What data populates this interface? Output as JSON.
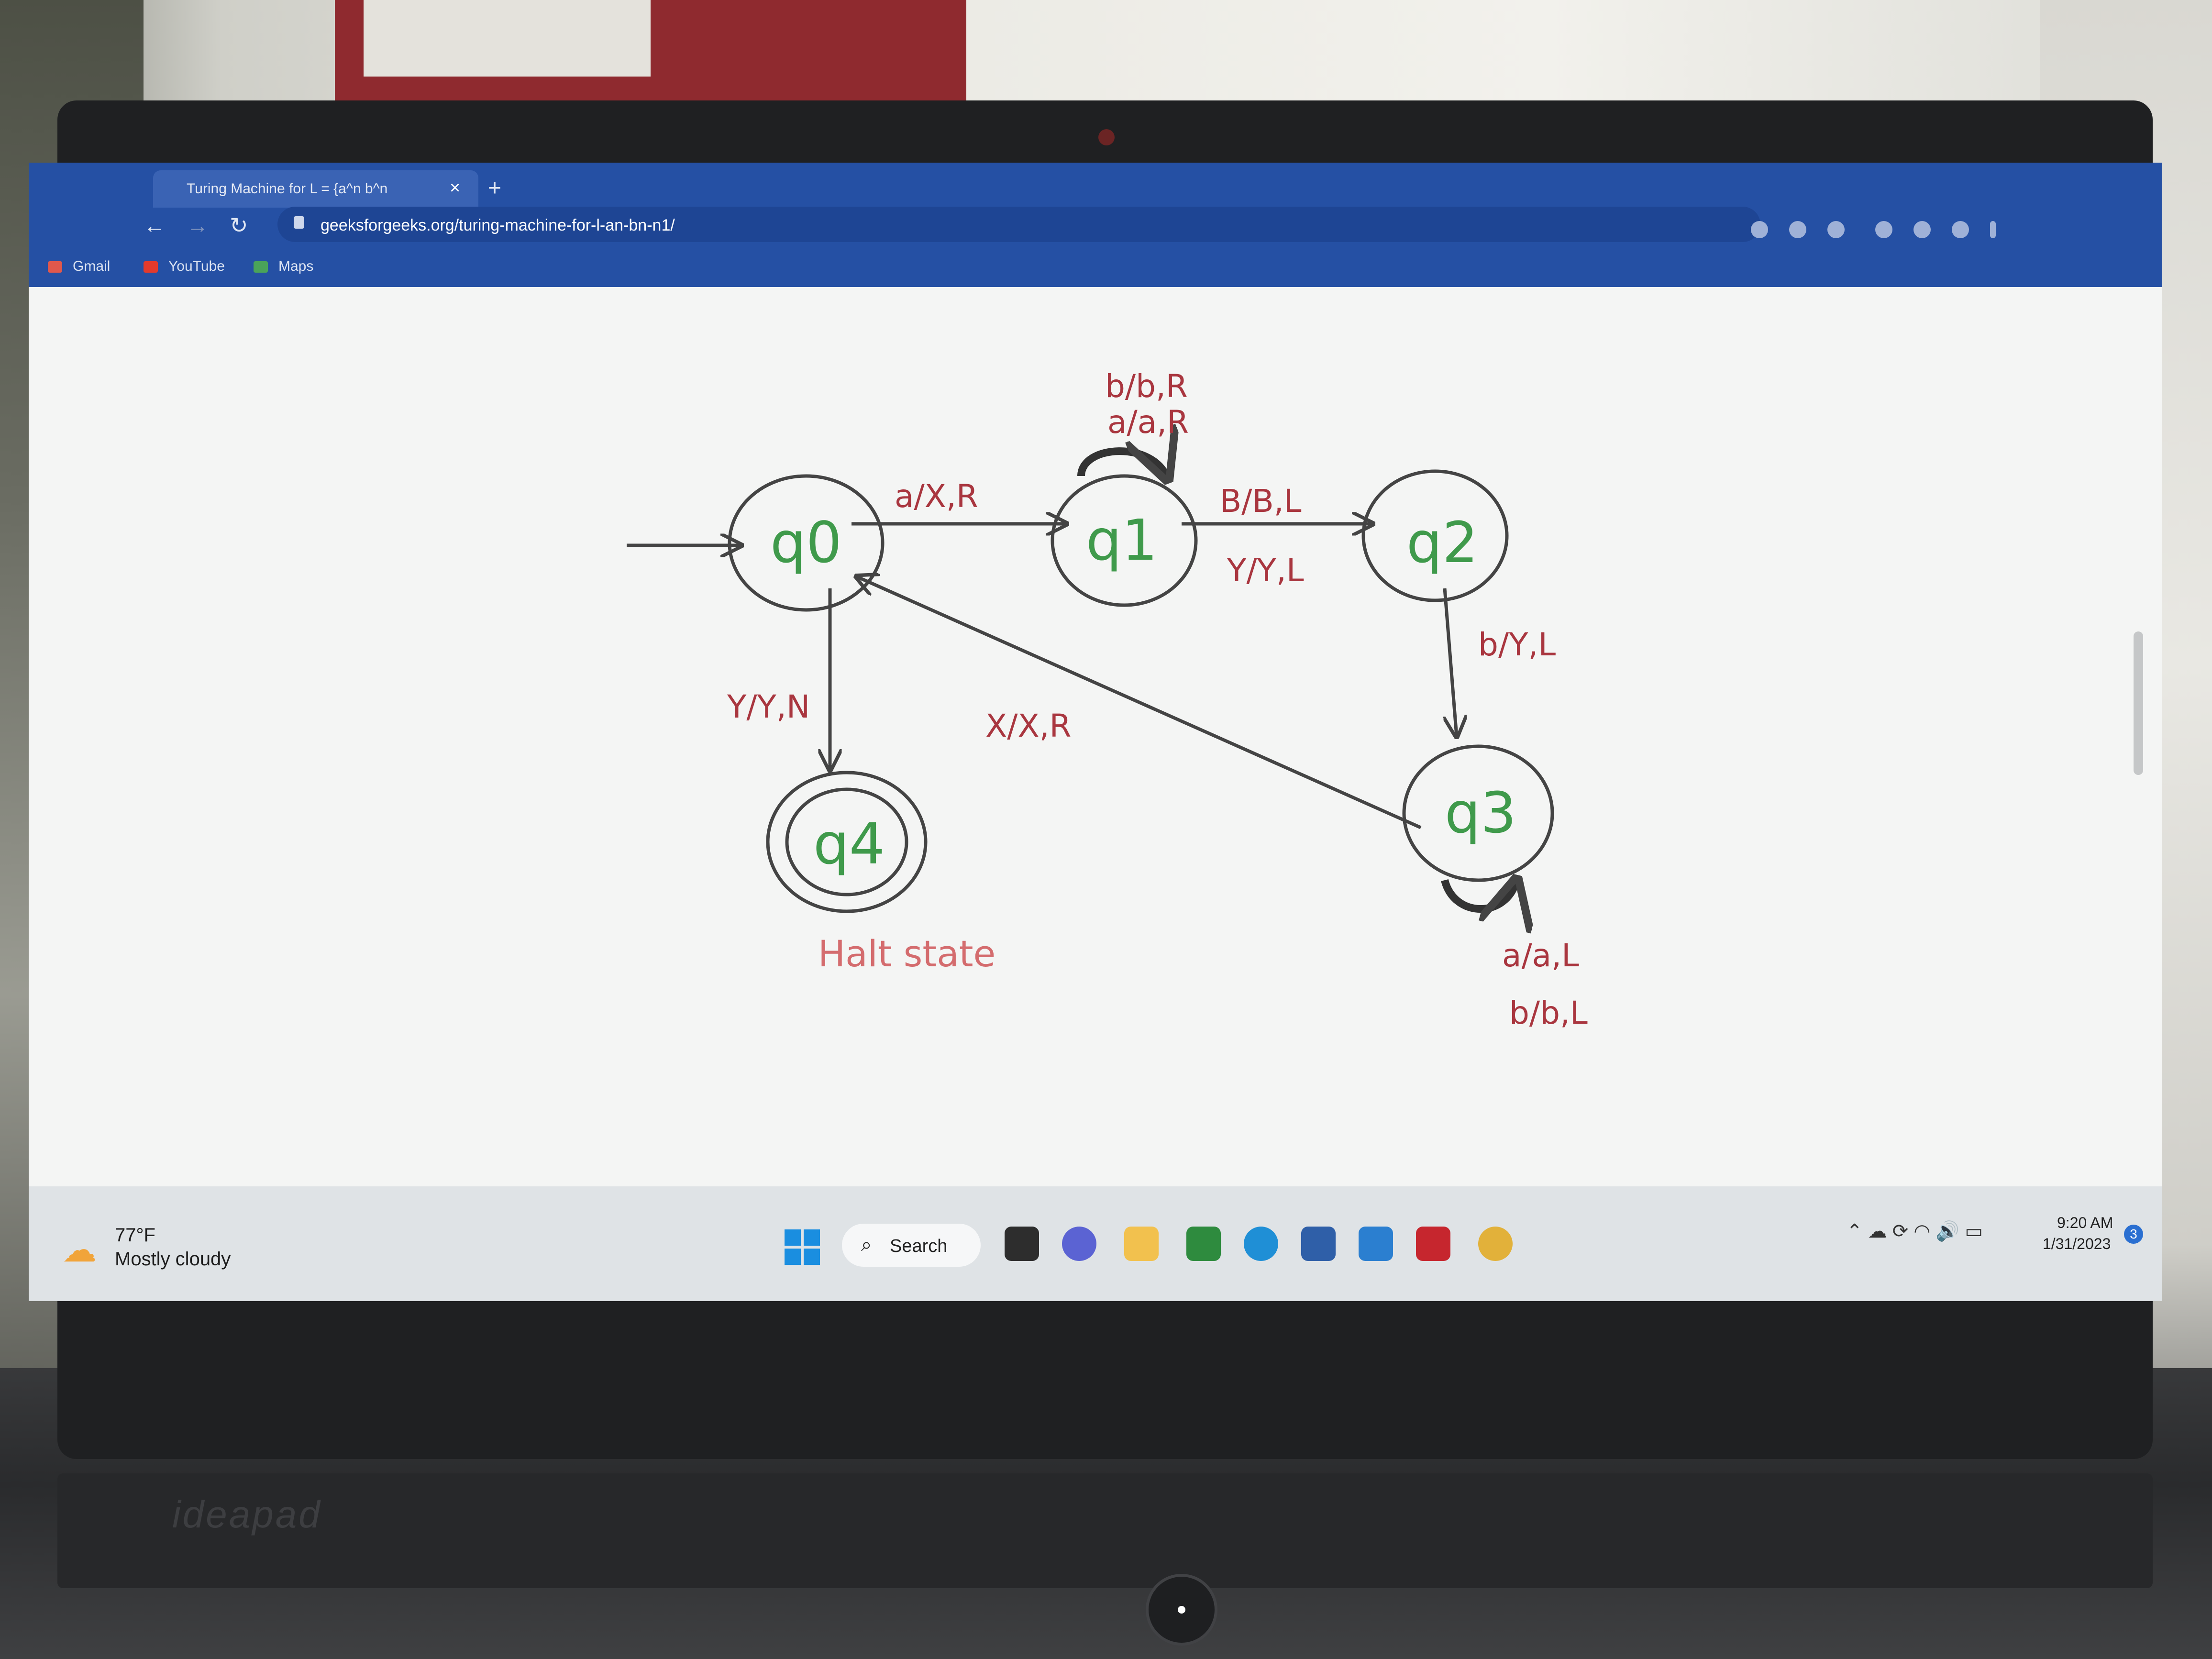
{
  "browser": {
    "tab_title": "Turing Machine for L = {a^n b^n",
    "tab_close": "×",
    "new_tab": "+",
    "url": "geeksforgeeks.org/turing-machine-for-l-an-bn-n1/",
    "bookmarks": [
      "Gmail",
      "YouTube",
      "Maps"
    ]
  },
  "diagram": {
    "states": [
      "q0",
      "q1",
      "q2",
      "q3",
      "q4"
    ],
    "transitions": {
      "q1_loop_top": "b/b,R",
      "q1_loop_bottom": "a/a,R",
      "q0_q1": "a/X,R",
      "q1_q2_top": "B/B,L",
      "q1_q2_bottom": "Y/Y,L",
      "q2_q3": "b/Y,L",
      "q0_q4": "Y/Y,N",
      "q3_q0": "X/X,R",
      "q3_loop_top": "a/a,L",
      "q3_loop_bottom": "b/b,L"
    },
    "halt_label": "Halt state"
  },
  "taskbar": {
    "weather_temp": "77°F",
    "weather_desc": "Mostly cloudy",
    "search_label": "Search",
    "clock_time": "9:20 AM",
    "clock_date": "1/31/2023",
    "notification_count": "3"
  },
  "colors": {
    "state_text": "#3f9a4b",
    "edge_label": "#a9363f",
    "halt_label": "#d46c6e",
    "browser_chrome": "#2550a4"
  }
}
